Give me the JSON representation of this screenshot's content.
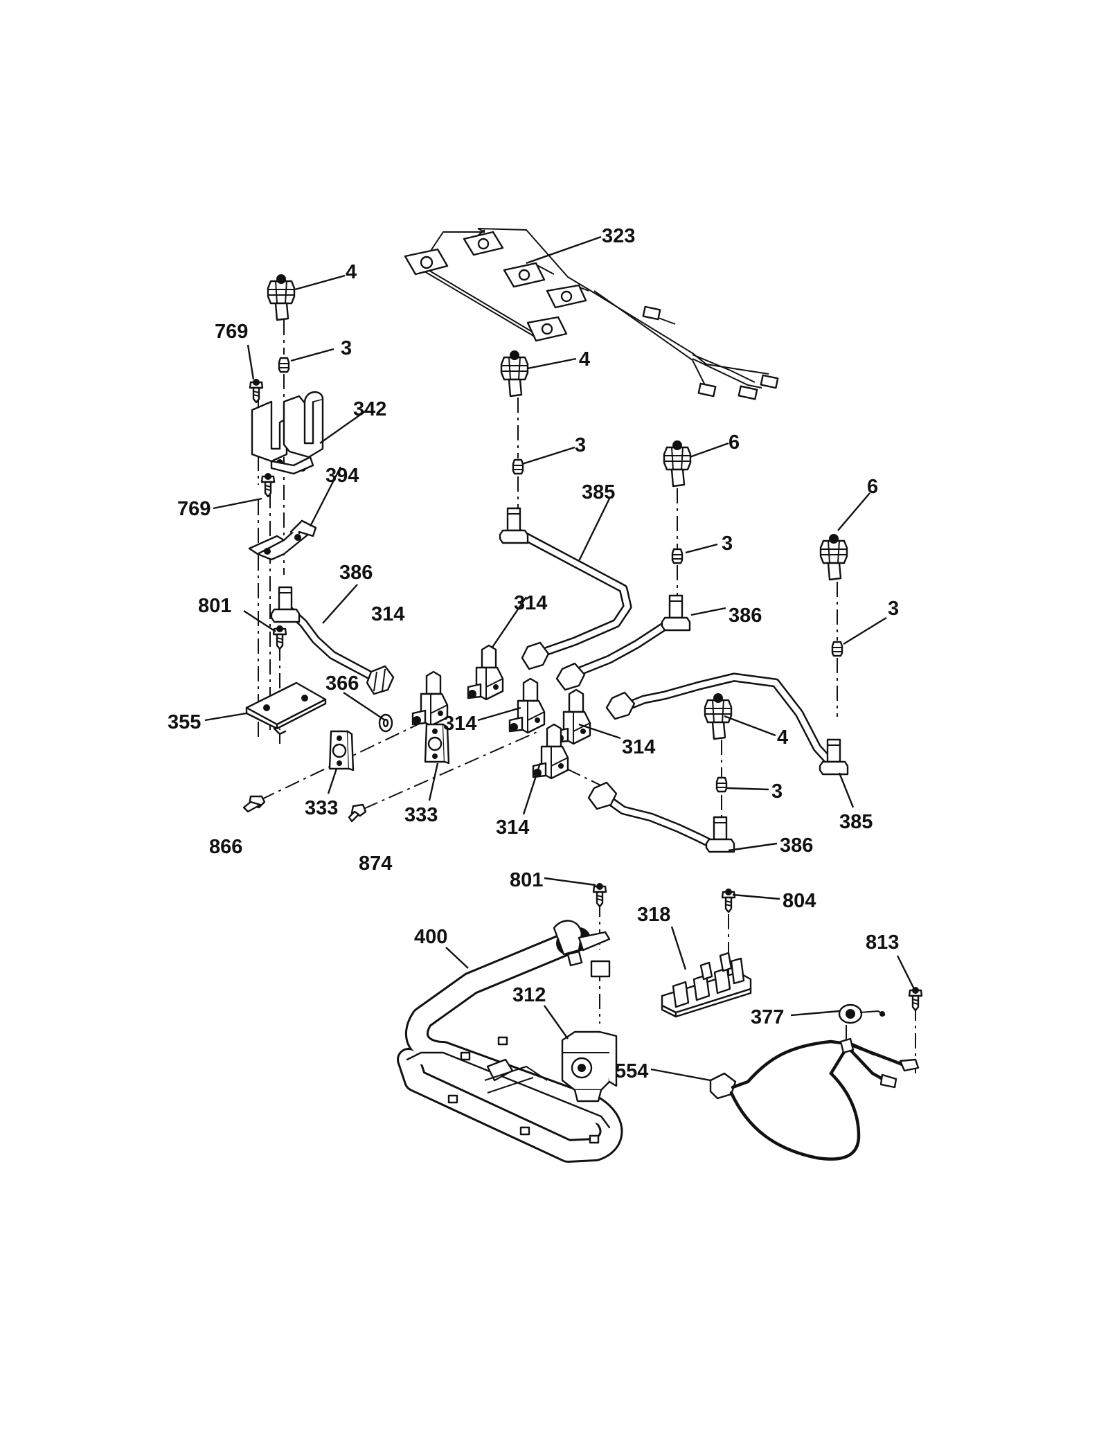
{
  "diagram": {
    "type": "exploded parts diagram",
    "callouts": {
      "c323": "323",
      "c4a": "4",
      "c769a": "769",
      "c3a": "3",
      "c342": "342",
      "c4b": "4",
      "c3b": "3",
      "c6a": "6",
      "c385a": "385",
      "c394": "394",
      "c769b": "769",
      "c6b": "6",
      "c3c": "3",
      "c386a": "386",
      "c801a": "801",
      "c314a": "314",
      "c314b": "314",
      "c386b": "386",
      "c3d": "3",
      "c366": "366",
      "c355": "355",
      "c314c": "314",
      "c314d": "314",
      "c4c": "4",
      "c385b": "385",
      "c3e": "3",
      "c333a": "333",
      "c333b": "333",
      "c866": "866",
      "c874": "874",
      "c314e": "314",
      "c386c": "386",
      "c801b": "801",
      "c804": "804",
      "c400": "400",
      "c318": "318",
      "c813": "813",
      "c312": "312",
      "c377": "377",
      "c554": "554"
    }
  }
}
